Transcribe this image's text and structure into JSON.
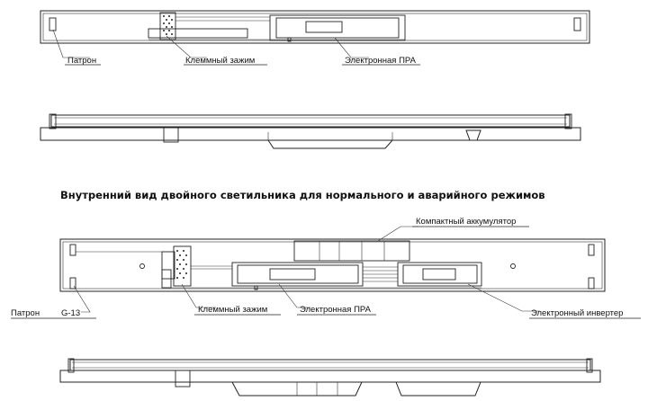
{
  "heading": "Внутренний вид двойного светильника для нормального и аварийного режимов",
  "top_view": {
    "labels": {
      "holder": "Патрон",
      "terminal": "Клеммный зажим",
      "ballast": "Электронная ПРА"
    }
  },
  "bottom_view": {
    "labels": {
      "holder": "Патрон",
      "holder_type": "G-13",
      "terminal": "Клеммный зажим",
      "ballast": "Электронная ПРА",
      "battery": "Компактный аккумулятор",
      "inverter": "Электронный инвертер"
    }
  }
}
